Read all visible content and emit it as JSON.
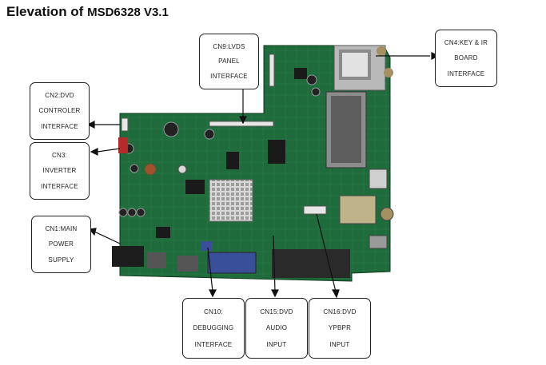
{
  "title": {
    "part1": "Elevation of ",
    "part2": "MSD6328 V3.1"
  },
  "callouts": {
    "cn9": [
      "CN9:LVDS",
      "PANEL",
      "INTERFACE"
    ],
    "cn4": [
      "CN4:KEY & IR",
      "BOARD",
      "INTERFACE"
    ],
    "cn2": [
      "CN2:DVD",
      "CONTROLER",
      "INTERFACE"
    ],
    "cn3": [
      "CN3:",
      "INVERTER",
      "INTERFACE"
    ],
    "cn1": [
      "CN1:MAIN",
      "POWER",
      "SUPPLY"
    ],
    "cn10": [
      "CN10:",
      "DEBUGGING",
      "INTERFACE"
    ],
    "cn15": [
      "CN15:DVD",
      "AUDIO",
      "INPUT"
    ],
    "cn16": [
      "CN16:DVD",
      "YPBPR",
      "INPUT"
    ]
  },
  "colors": {
    "pcb": "#1f6b3c",
    "pcb_dark": "#124a28",
    "connector_blue": "#3a4f9a",
    "heatsink": "#c8c8c8"
  }
}
